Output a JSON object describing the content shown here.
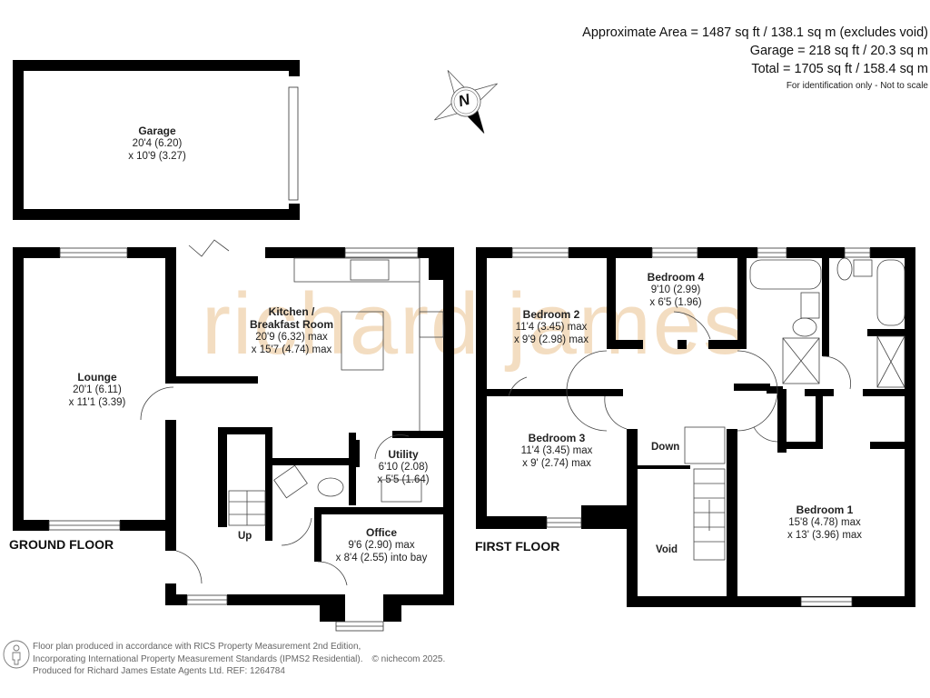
{
  "summary": {
    "approx_area": "Approximate Area = 1487 sq ft / 138.1 sq m (excludes void)",
    "garage_area": "Garage = 218 sq ft / 20.3 sq m",
    "total_area": "Total = 1705 sq ft / 158.4 sq m",
    "disclaimer": "For identification only - Not to scale"
  },
  "compass": {
    "letter": "N"
  },
  "watermark": "richard james",
  "garage": {
    "name": "Garage",
    "dim1": "20'4 (6.20)",
    "dim2": "x 10'9 (3.27)"
  },
  "ground_floor": {
    "title": "GROUND FLOOR",
    "rooms": {
      "lounge": {
        "name": "Lounge",
        "dim1": "20'1 (6.11)",
        "dim2": "x 11'1 (3.39)"
      },
      "kitchen": {
        "name1": "Kitchen /",
        "name2": "Breakfast Room",
        "dim1": "20'9 (6.32) max",
        "dim2": "x 15'7 (4.74) max"
      },
      "utility": {
        "name": "Utility",
        "dim1": "6'10 (2.08)",
        "dim2": "x 5'5 (1.64)"
      },
      "office": {
        "name": "Office",
        "dim1": "9'6 (2.90) max",
        "dim2": "x 8'4 (2.55) into bay"
      }
    },
    "stairs_label": "Up"
  },
  "first_floor": {
    "title": "FIRST FLOOR",
    "rooms": {
      "bedroom1": {
        "name": "Bedroom 1",
        "dim1": "15'8 (4.78) max",
        "dim2": "x 13' (3.96) max"
      },
      "bedroom2": {
        "name": "Bedroom 2",
        "dim1": "11'4 (3.45) max",
        "dim2": "x 9'9 (2.98) max"
      },
      "bedroom3": {
        "name": "Bedroom 3",
        "dim1": "11'4 (3.45) max",
        "dim2": "x 9' (2.74) max"
      },
      "bedroom4": {
        "name": "Bedroom 4",
        "dim1": "9'10 (2.99)",
        "dim2": "x 6'5 (1.96)"
      }
    },
    "stairs_label": "Down",
    "void_label": "Void"
  },
  "footer": {
    "line1": "Floor plan produced in accordance with RICS Property Measurement 2nd Edition,",
    "line2": "Incorporating International Property Measurement Standards (IPMS2 Residential).",
    "copyright": "© nichecom 2025.",
    "line3": "Produced for Richard James Estate Agents Ltd.   REF: 1264784"
  },
  "colors": {
    "wall": "#000000",
    "watermark": "#f0d2ad",
    "text": "#222222",
    "footer_text": "#666666"
  }
}
